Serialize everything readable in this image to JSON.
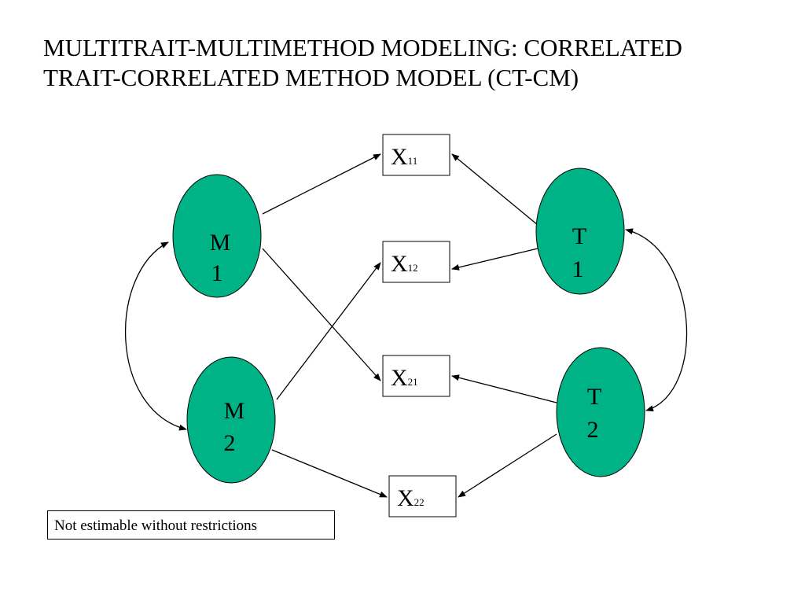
{
  "title": {
    "line1": "MULTITRAIT-MULTIMETHOD MODELING: CORRELATED",
    "line2": "TRAIT-CORRELATED METHOD MODEL (CT-CM)"
  },
  "colors": {
    "latent_fill": "#00B386",
    "stroke": "#000000"
  },
  "methods": [
    {
      "id": "M1",
      "line1": "M",
      "line2": "1"
    },
    {
      "id": "M2",
      "line1": "M",
      "line2": "2"
    }
  ],
  "traits": [
    {
      "id": "T1",
      "line1": "T",
      "line2": "1"
    },
    {
      "id": "T2",
      "line1": "T",
      "line2": "2"
    }
  ],
  "indicators": [
    {
      "id": "X11",
      "base": "X",
      "sub": "11"
    },
    {
      "id": "X12",
      "base": "X",
      "sub": "12"
    },
    {
      "id": "X21",
      "base": "X",
      "sub": "21"
    },
    {
      "id": "X22",
      "base": "X",
      "sub": "22"
    }
  ],
  "paths": [
    {
      "from": "M1",
      "to": "X11"
    },
    {
      "from": "M1",
      "to": "X21"
    },
    {
      "from": "M2",
      "to": "X12"
    },
    {
      "from": "M2",
      "to": "X22"
    },
    {
      "from": "T1",
      "to": "X11"
    },
    {
      "from": "T1",
      "to": "X12"
    },
    {
      "from": "T2",
      "to": "X21"
    },
    {
      "from": "T2",
      "to": "X22"
    }
  ],
  "correlations": [
    {
      "between": [
        "M1",
        "M2"
      ]
    },
    {
      "between": [
        "T1",
        "T2"
      ]
    }
  ],
  "note": "Not estimable without restrictions"
}
